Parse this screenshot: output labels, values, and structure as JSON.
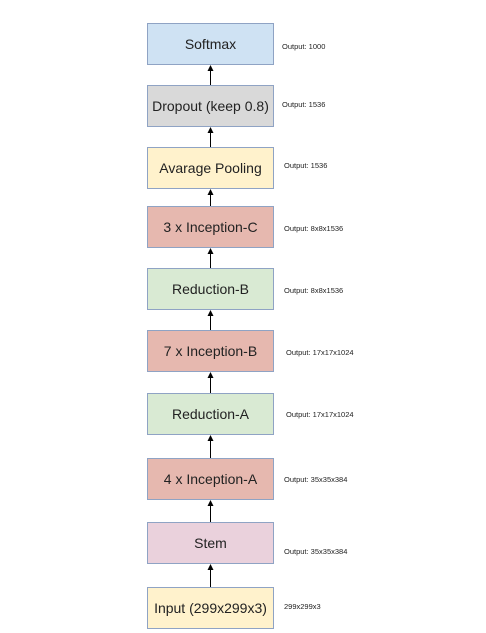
{
  "diagram": {
    "blocks": [
      {
        "id": "softmax",
        "label": "Softmax",
        "output": "Output: 1000",
        "color": "#cfe2f3"
      },
      {
        "id": "dropout",
        "label": "Dropout (keep 0.8)",
        "output": "Output: 1536",
        "color": "#d9d9d9"
      },
      {
        "id": "avg-pool",
        "label": "Avarage Pooling",
        "output": "Output: 1536",
        "color": "#fff2cc"
      },
      {
        "id": "inception-c",
        "label": "3 x Inception-C",
        "output": "Output: 8x8x1536",
        "color": "#e6b8af"
      },
      {
        "id": "reduction-b",
        "label": "Reduction-B",
        "output": "Output: 8x8x1536",
        "color": "#d9ead3"
      },
      {
        "id": "inception-b",
        "label": "7 x Inception-B",
        "output": "Output: 17x17x1024",
        "color": "#e6b8af"
      },
      {
        "id": "reduction-a",
        "label": "Reduction-A",
        "output": "Output: 17x17x1024",
        "color": "#d9ead3"
      },
      {
        "id": "inception-a",
        "label": "4 x Inception-A",
        "output": "Output: 35x35x384",
        "color": "#e6b8af"
      },
      {
        "id": "stem",
        "label": "Stem",
        "output": "Output: 35x35x384",
        "color": "#ead1dc"
      },
      {
        "id": "input",
        "label": "Input (299x299x3)",
        "output": "299x299x3",
        "color": "#fff2cc"
      }
    ]
  }
}
